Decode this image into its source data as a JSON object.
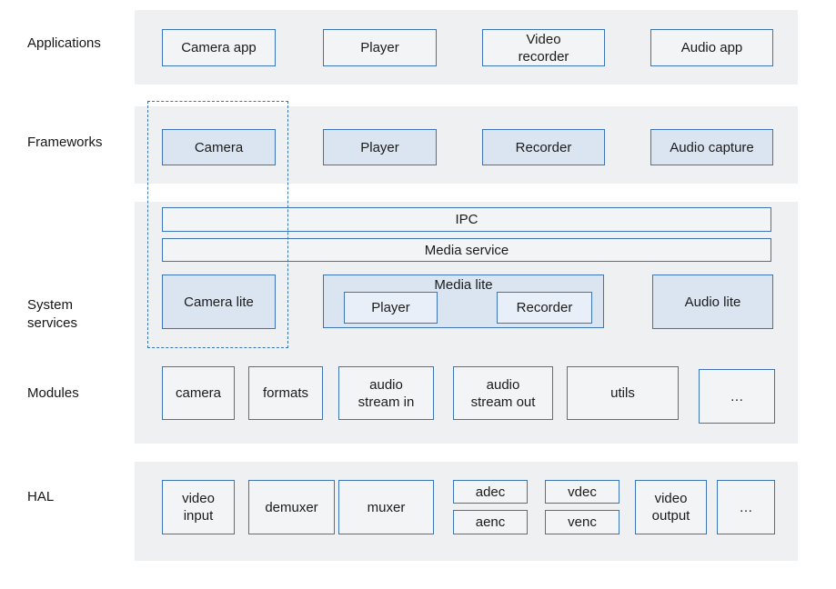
{
  "diagram": {
    "side_labels": {
      "applications": "Applications",
      "frameworks": "Frameworks",
      "system_services": "System services",
      "modules": "Modules",
      "hal": "HAL"
    },
    "applications": {
      "camera_app": "Camera app",
      "player": "Player",
      "video_recorder": "Video\nrecorder",
      "audio_app": "Audio app"
    },
    "frameworks": {
      "camera": "Camera",
      "player": "Player",
      "recorder": "Recorder",
      "audio_capture": "Audio capture"
    },
    "system_services": {
      "ipc": "IPC",
      "media_service": "Media service",
      "camera_lite": "Camera lite",
      "media_lite": "Media lite",
      "media_lite_player": "Player",
      "media_lite_recorder": "Recorder",
      "audio_lite": "Audio lite"
    },
    "modules": {
      "camera": "camera",
      "formats": "formats",
      "audio_stream_in": "audio\nstream in",
      "audio_stream_out": "audio\nstream out",
      "utils": "utils",
      "more": "…"
    },
    "hal": {
      "video_input": "video\ninput",
      "demuxer": "demuxer",
      "muxer": "muxer",
      "adec": "adec",
      "aenc": "aenc",
      "vdec": "vdec",
      "venc": "venc",
      "video_output": "video\noutput",
      "more": "…"
    },
    "colors": {
      "band_background": "#eff0f1",
      "box_border": "#3c74b4",
      "highlight_fill": "#dbe5f2",
      "inner_fill": "#e9eff8",
      "dashed_outline": "#3c74b4",
      "text": "#1b1b1b"
    }
  }
}
